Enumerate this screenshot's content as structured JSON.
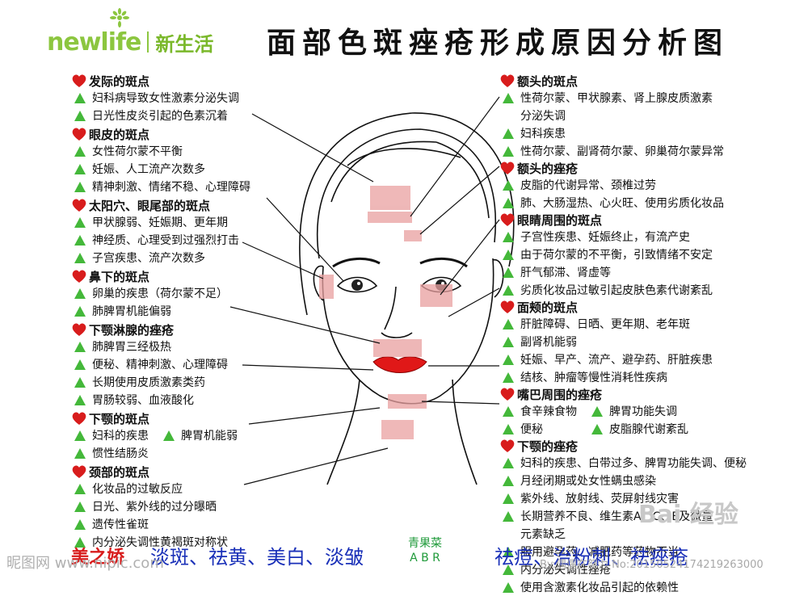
{
  "brand": {
    "name": "newlife",
    "name_cn": "新生活"
  },
  "title": "面部色斑痤疮形成原因分析图",
  "left_sections": [
    {
      "heading": "发际的斑点",
      "items": [
        [
          "妇科病导致女性激素分泌失调"
        ],
        [
          "日光性皮炎引起的色素沉着"
        ]
      ]
    },
    {
      "heading": "眼皮的斑点",
      "items": [
        [
          "女性荷尔蒙不平衡"
        ],
        [
          "妊娠、人工流产次数多"
        ],
        [
          "精神刺激、情绪不稳、心理障碍"
        ]
      ]
    },
    {
      "heading": "太阳穴、眼尾部的斑点",
      "items": [
        [
          "甲状腺弱、妊娠期、更年期"
        ],
        [
          "神经质、心理受到过强烈打击"
        ],
        [
          "子宫疾患、流产次数多"
        ]
      ]
    },
    {
      "heading": "鼻下的斑点",
      "items": [
        [
          "卵巢的疾患（荷尔蒙不足）"
        ],
        [
          "肺脾胃机能偏弱"
        ]
      ]
    },
    {
      "heading": "下颚淋腺的痤疮",
      "items": [
        [
          "肺脾胃三经极热"
        ],
        [
          "便秘、精神刺激、心理障碍"
        ],
        [
          "长期使用皮质激素类药"
        ],
        [
          "胃肠较弱、血液酸化"
        ]
      ]
    },
    {
      "heading": "下颚的斑点",
      "items": [
        [
          "妇科的疾患",
          "脾胃机能弱"
        ],
        [
          "惯性结肠炎"
        ]
      ]
    },
    {
      "heading": "颈部的斑点",
      "items": [
        [
          "化妆品的过敏反应"
        ],
        [
          "日光、紫外线的过分曝晒"
        ],
        [
          "遗传性雀斑"
        ],
        [
          "内分泌失调性黄褐斑对称状"
        ]
      ]
    }
  ],
  "right_sections": [
    {
      "heading": "额头的斑点",
      "items": [
        [
          "性荷尔蒙、甲状腺素、肾上腺皮质激素"
        ],
        [
          "分泌失调"
        ],
        [
          "妇科疾患"
        ],
        [
          "性荷尔蒙、副肾荷尔蒙、卵巢荷尔蒙异常"
        ]
      ]
    },
    {
      "heading": "额头的痤疮",
      "items": [
        [
          "皮脂的代谢异常、颈椎过劳"
        ],
        [
          "肺、大肠湿热、心火旺、使用劣质化妆品"
        ]
      ]
    },
    {
      "heading": "眼睛周围的斑点",
      "items": [
        [
          "子宫性疾患、妊娠终止，有流产史"
        ],
        [
          "由于荷尔蒙的不平衡，引致情绪不安定"
        ],
        [
          "肝气郁滞、肾虚等"
        ],
        [
          "劣质化妆品过敏引起皮肤色素代谢紊乱"
        ]
      ]
    },
    {
      "heading": "面颊的斑点",
      "items": [
        [
          "肝脏障碍、日晒、更年期、老年斑"
        ],
        [
          "副肾机能弱"
        ],
        [
          "妊娠、早产、流产、避孕药、肝脏疾患"
        ],
        [
          "结核、肿瘤等慢性消耗性疾病"
        ]
      ]
    },
    {
      "heading": "嘴巴周围的痤疮",
      "items": [
        [
          "食辛辣食物",
          "脾胃功能失调"
        ],
        [
          "便秘",
          "皮脂腺代谢紊乱"
        ]
      ]
    },
    {
      "heading": "下颚的痤疮",
      "items": [
        [
          "妇科的疾患、白带过多、脾胃功能失调、便秘"
        ],
        [
          "月经闭期或处女性螨虫感染"
        ],
        [
          "紫外线、放射线、荧屏射线灾害"
        ],
        [
          "长期营养不良、维生素A、C、E及微量"
        ],
        [
          "元素缺乏"
        ],
        [
          "服用避孕药、减肥药等药物不当"
        ],
        [
          "内分泌失调性痤疮"
        ],
        [
          "使用含激素化妆品引起的依赖性"
        ]
      ]
    }
  ],
  "footer": {
    "brand_script": "美之娇",
    "slogan_left": "淡斑、祛黄、美白、淡皱",
    "mid_line1": "青果菜",
    "mid_line2": "A B R",
    "slogan_right": "祛痘、治粉刺、祛痤疮"
  },
  "watermarks": {
    "left": "昵图网 www.nipic.com",
    "right": "By:偶偶在努力 No:20150524174219263000",
    "baidu": "Bai 经验"
  },
  "colors": {
    "heading": "#111111",
    "bullet": "#44b83a",
    "heart": "#d81c1c",
    "lips": "#e01818",
    "brand_green": "#8cc63f",
    "slogan_blue": "#1a30b8"
  }
}
